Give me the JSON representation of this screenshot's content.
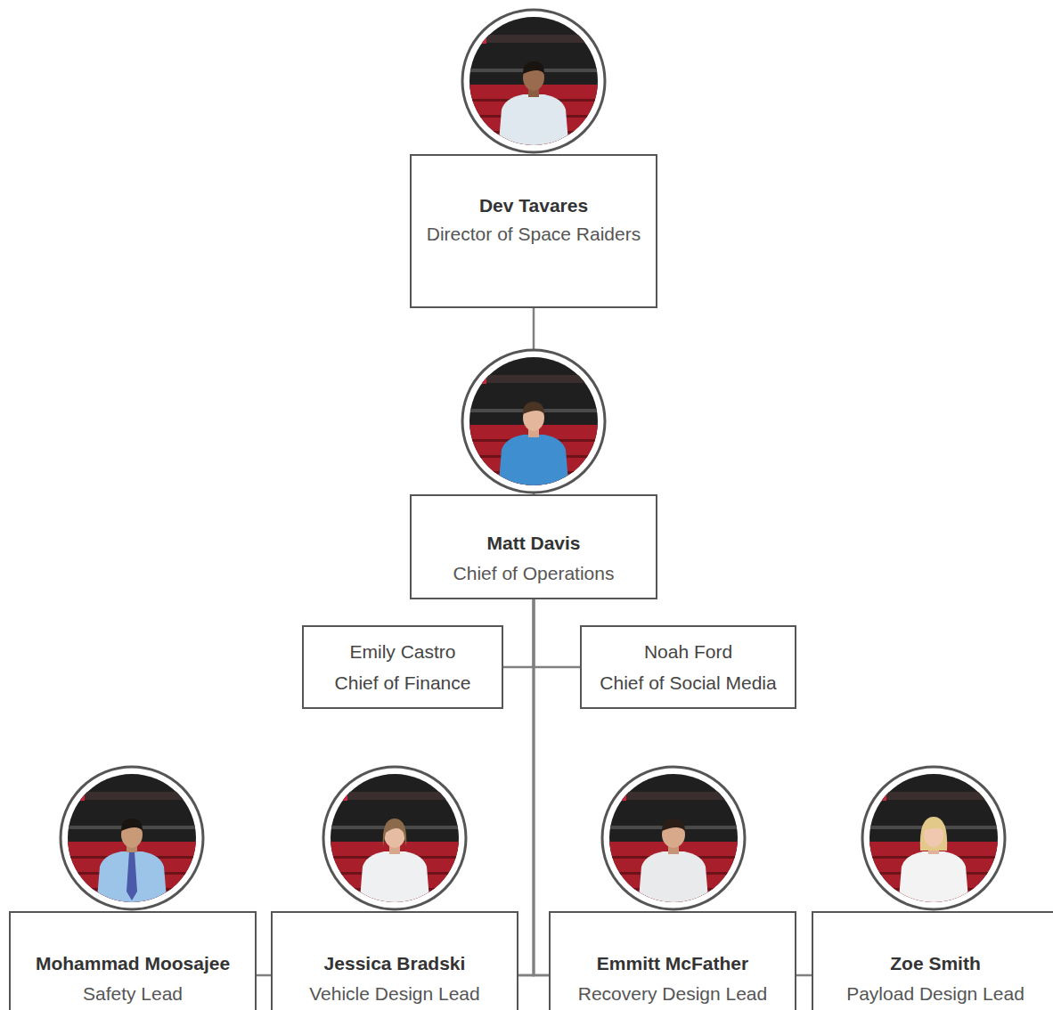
{
  "diagram": {
    "nodes": [
      {
        "text": [
          "Dev Tavares",
          "Director of Space Raiders"
        ]
      },
      {
        "text": [
          "Matt Davis",
          "Chief of Operations"
        ]
      },
      {
        "text": [
          "Emily Castro",
          "Chief of Finance"
        ]
      },
      {
        "text": [
          "Noah Ford",
          "Chief of Social Media"
        ]
      },
      {
        "text": [
          "Mohammad Moosajee",
          "Safety Lead"
        ]
      },
      {
        "text": [
          "Jessica Bradski",
          "Vehicle Design Lead"
        ]
      },
      {
        "text": [
          "Emmitt McFather",
          "Recovery Design Lead"
        ]
      },
      {
        "text": [
          "Zoe Smith",
          "Payload Design Lead"
        ]
      }
    ],
    "edges": [
      {
        "from": 0,
        "to": 1,
        "arrow": "none"
      },
      {
        "from": 1,
        "to": 2,
        "arrow": "none"
      },
      {
        "from": 1,
        "to": 3,
        "arrow": "none"
      },
      {
        "from": 1,
        "to": 4,
        "arrow": "none"
      },
      {
        "from": 1,
        "to": 5,
        "arrow": "none"
      },
      {
        "from": 1,
        "to": 6,
        "arrow": "none"
      },
      {
        "from": 1,
        "to": 7,
        "arrow": "none"
      }
    ]
  }
}
